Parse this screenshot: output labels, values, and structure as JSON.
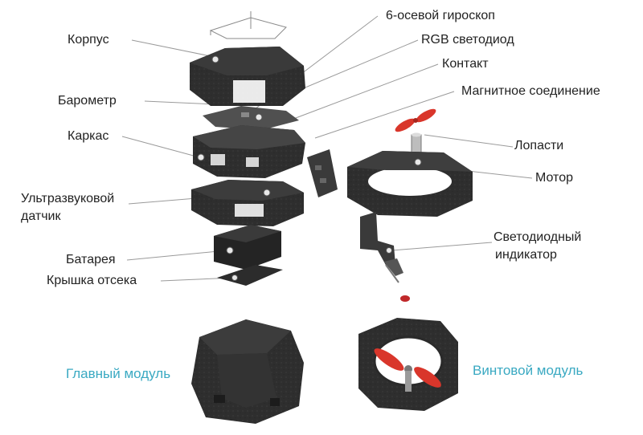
{
  "labels": {
    "korpus": "Корпус",
    "barometr": "Барометр",
    "karkas": "Каркас",
    "uzd_line1": "Ультразвуковой",
    "uzd_line2": "датчик",
    "batareya": "Батарея",
    "kryshka": "Крышка отсека",
    "giroskop": "6-осевой гироскоп",
    "rgb": "RGB светодиод",
    "kontakt": "Контакт",
    "magnit": "Магнитное соединение",
    "lopasti": "Лопасти",
    "motor": "Мотор",
    "indikator_line1": "Светодиодный",
    "indikator_line2": "индикатор"
  },
  "modules": {
    "main": "Главный модуль",
    "propeller": "Винтовой модуль"
  },
  "colors": {
    "accent": "#3aa9c2",
    "part": "#2b2b2b",
    "part_light": "#4a4a4a",
    "propeller": "#d9362b",
    "leader": "#9a9a9a"
  }
}
